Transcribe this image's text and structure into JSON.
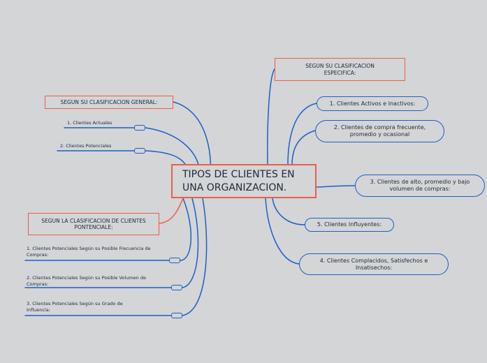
{
  "central": {
    "title": "TIPOS DE CLIENTES EN UNA ORGANIZACION."
  },
  "left": {
    "general": {
      "title": "SEGUN SU CLASIFICACION GENERAL:",
      "items": [
        "1. Clientes Actuales",
        "2. Clientes Potenciales"
      ]
    },
    "potencial": {
      "title": "SEGUN LA CLASIFICACION DE CLIENTES PONTENCIALE:",
      "items": [
        "1. Clientes Potenciales Según su Posible Frecuencia de Compras:",
        "2. Clientes Potenciales Según su Posible Volumen de Compras:",
        "3. Clientes Potenciales Según su Grado de Influencia:"
      ]
    }
  },
  "right": {
    "title": "SEGUN SU CLASIFICACION ESPECIFICA:",
    "items": [
      "1. Clientes Activos e Inactivos:",
      "2. Clientes de compra frecuente, promedio y ocasional",
      "3. Clientes de alto, promedio y bajo volumen de compras:",
      "5. Clientes Influyentes:",
      "4. Clientes Complacidos, Satisfechos e Insatisechos:"
    ]
  },
  "colors": {
    "background": "#d3d5d7",
    "accent": "#e8604c",
    "link": "#1f5fc4"
  }
}
